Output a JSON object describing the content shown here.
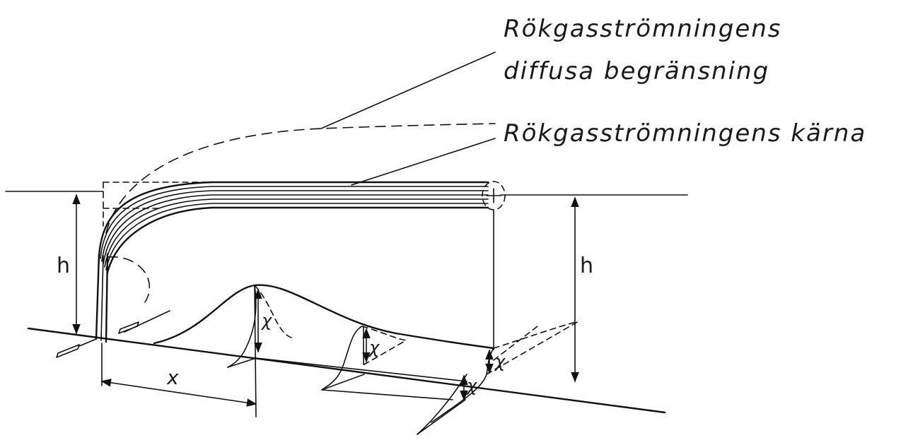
{
  "labels": {
    "boundary_line1": "Rökgasströmningens",
    "boundary_line2": "diffusa begränsning",
    "core": "Rökgasströmningens kärna",
    "height_left": "h",
    "height_right": "h",
    "distance": "x",
    "concentration": "χ"
  }
}
